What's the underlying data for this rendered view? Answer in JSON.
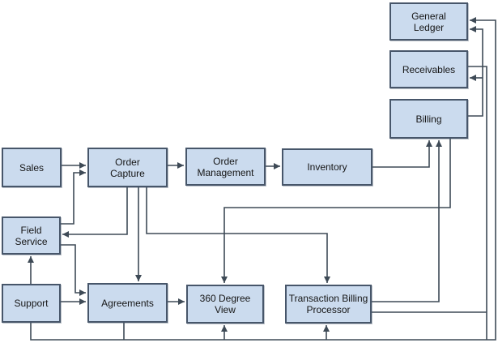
{
  "diagram": {
    "type": "integration-flow-diagram",
    "background_color": "#ffffff",
    "node_fill_color": "#cbdbee",
    "node_border_color": "#47566a",
    "connector_color": "#3e4a56",
    "text_color": "#161616"
  },
  "nodes": {
    "general_ledger": {
      "label": "General Ledger"
    },
    "receivables": {
      "label": "Receivables"
    },
    "billing": {
      "label": "Billing"
    },
    "sales": {
      "label": "Sales"
    },
    "order_capture": {
      "label": "Order Capture"
    },
    "order_management": {
      "label": "Order Management"
    },
    "inventory": {
      "label": "Inventory"
    },
    "field_service": {
      "label": "Field Service"
    },
    "support": {
      "label": "Support"
    },
    "agreements": {
      "label": "Agreements"
    },
    "degree_view_360": {
      "label": "360 Degree View"
    },
    "transaction_billing_processor": {
      "label": "Transaction Billing Processor"
    }
  },
  "edges": [
    {
      "from": "sales",
      "to": "order_capture"
    },
    {
      "from": "order_capture",
      "to": "order_management"
    },
    {
      "from": "order_management",
      "to": "inventory"
    },
    {
      "from": "field_service",
      "to": "order_capture"
    },
    {
      "from": "order_capture",
      "to": "field_service"
    },
    {
      "from": "support",
      "to": "field_service"
    },
    {
      "from": "support",
      "to": "agreements"
    },
    {
      "from": "field_service",
      "to": "agreements"
    },
    {
      "from": "order_capture",
      "to": "agreements"
    },
    {
      "from": "order_capture",
      "to": "transaction_billing_processor"
    },
    {
      "from": "agreements",
      "to": "degree_view_360"
    },
    {
      "from": "inventory",
      "to": "billing"
    },
    {
      "from": "transaction_billing_processor",
      "to": "billing"
    },
    {
      "from": "billing",
      "to": "receivables"
    },
    {
      "from": "billing",
      "to": "general_ledger"
    },
    {
      "from": "billing",
      "to": "degree_view_360"
    }
  ],
  "bottom_bus": {
    "joined_sources": [
      "support",
      "agreements",
      "receivables",
      "transaction_billing_processor"
    ],
    "arrow_targets": [
      "degree_view_360",
      "transaction_billing_processor",
      "general_ledger"
    ]
  }
}
